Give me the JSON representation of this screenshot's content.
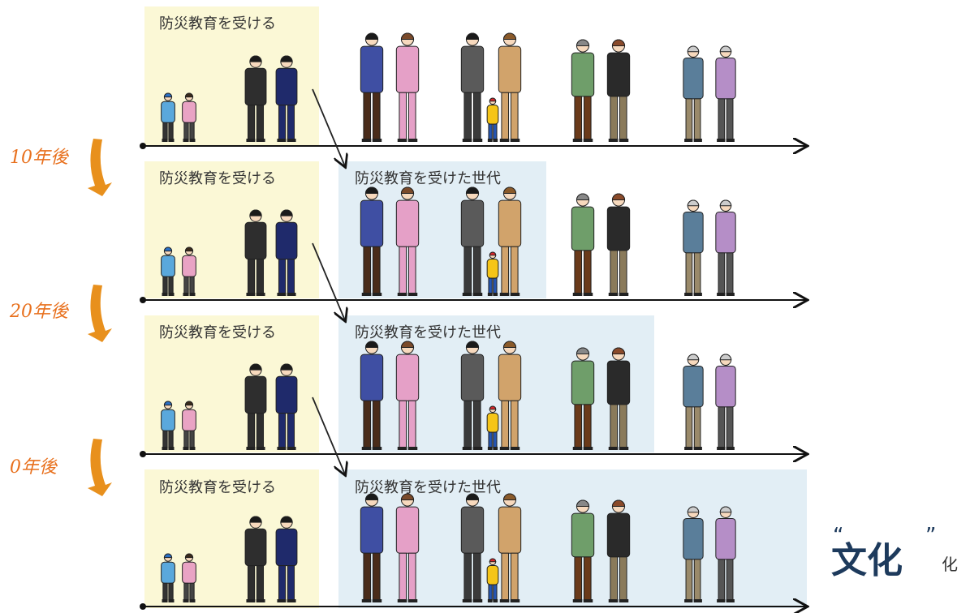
{
  "rows": [
    {
      "label_edu": "防災教育を受ける",
      "label_gen": ""
    },
    {
      "label_edu": "防災教育を受ける",
      "label_gen": "防災教育を受けた世代"
    },
    {
      "label_edu": "防災教育を受ける",
      "label_gen": "防災教育を受けた世代"
    },
    {
      "label_edu": "防災教育を受ける",
      "label_gen": "防災教育を受けた世代"
    }
  ],
  "steps": [
    "10年後",
    "20年後",
    "0年後"
  ],
  "culture": {
    "main": "文化",
    "suffix": "化",
    "quote_open": "“",
    "quote_close": "”"
  },
  "colors": {
    "yellow_box": "#fbf8d6",
    "blue_box": "#e2eef5",
    "step_arrow": "#e8901d",
    "timeline": "#111111",
    "culture_text": "#1d3a5c"
  }
}
